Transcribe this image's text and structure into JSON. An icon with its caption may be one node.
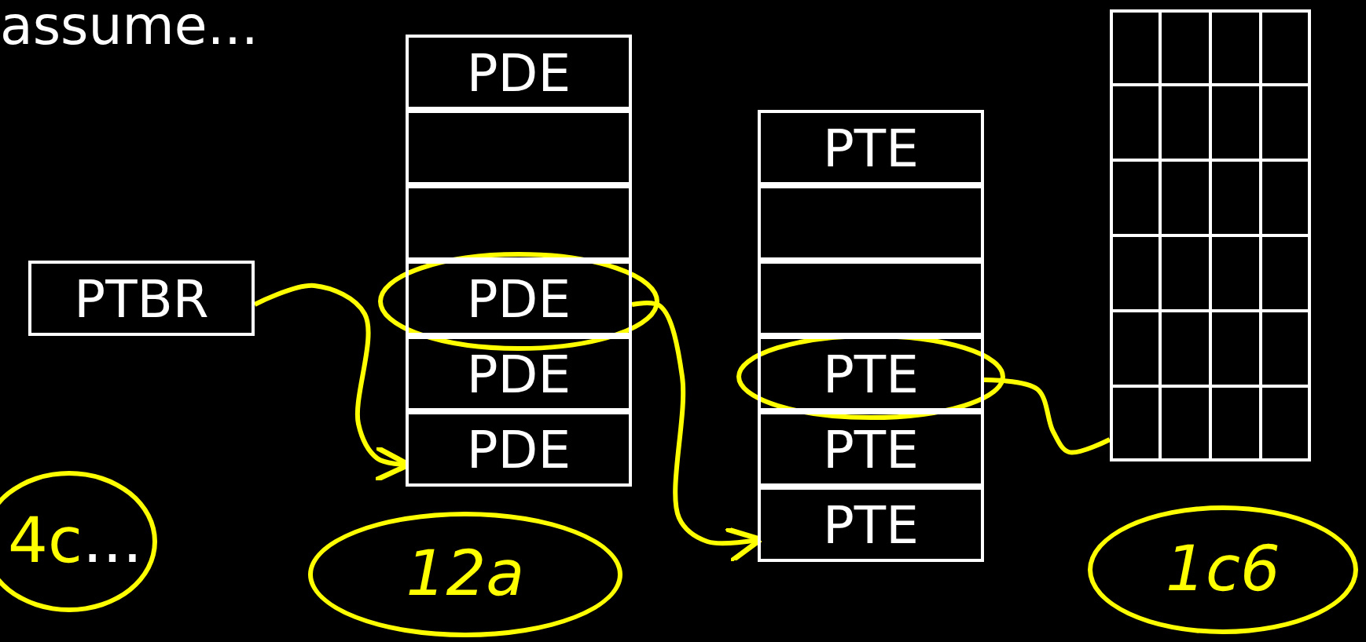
{
  "diagram": {
    "nodes": [
      {
        "text": [
          "PTBR"
        ]
      },
      {
        "text": [
          "PDE"
        ]
      },
      {
        "text": [],
        "shape": "box"
      },
      {
        "text": [],
        "shape": "box"
      },
      {
        "text": [
          "PDE"
        ]
      },
      {
        "text": [
          "PDE"
        ]
      },
      {
        "text": [
          "PDE"
        ]
      },
      {
        "text": [
          "PTE"
        ]
      },
      {
        "text": [],
        "shape": "box"
      },
      {
        "text": [],
        "shape": "box"
      },
      {
        "text": [
          "PTE"
        ]
      },
      {
        "text": [
          "PTE"
        ]
      },
      {
        "text": [
          "PTE"
        ]
      },
      {
        "text": [],
        "shape": "box"
      },
      {
        "text": [
          "4c",
          "..."
        ]
      },
      {
        "text": [
          "12a"
        ]
      },
      {
        "text": [
          "1c6"
        ]
      }
    ],
    "edges": [
      {
        "from": 0,
        "to": 6,
        "arrow": "to"
      },
      {
        "from": 4,
        "to": 12,
        "arrow": "to"
      },
      {
        "from": 10,
        "to": 13,
        "arrow": "none"
      }
    ],
    "labels": [
      "assume..."
    ]
  }
}
